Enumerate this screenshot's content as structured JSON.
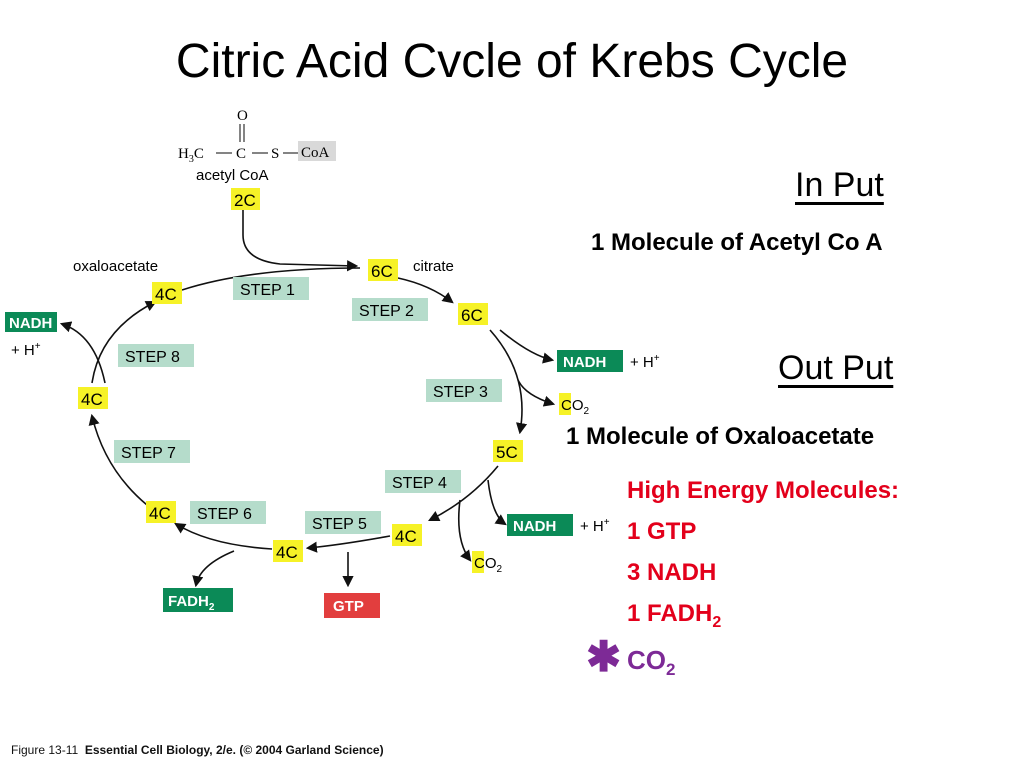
{
  "title": "Citric Acid Cvcle of Krebs Cycle",
  "input": {
    "heading": "In Put",
    "line": "1 Molecule of Acetyl Co A"
  },
  "output": {
    "heading": "Out Put",
    "line": "1 Molecule of Oxaloacetate",
    "energy_heading": "High Energy Molecules:",
    "energy_items": [
      "1 GTP",
      "3 NADH",
      "1 FADH",
      "2"
    ],
    "co2": "CO",
    "co2_sub": "2",
    "star": "✱"
  },
  "diagram": {
    "acetyl": {
      "o": "O",
      "formula_left": "H",
      "h_sub": "3",
      "c_left": "C",
      "c_mid": "C",
      "s": "S",
      "coa": "CoA",
      "name": "acetyl CoA"
    },
    "boxes": {
      "c2": "2C",
      "c6a": "6C",
      "c6b": "6C",
      "c5": "5C",
      "c4a": "4C",
      "c4b": "4C",
      "c4c": "4C",
      "c4d": "4C",
      "c4e": "4C"
    },
    "labels": {
      "oxaloacetate": "oxaloacetate",
      "citrate": "citrate"
    },
    "steps": [
      "STEP 1",
      "STEP 2",
      "STEP 3",
      "STEP 4",
      "STEP 5",
      "STEP 6",
      "STEP 7",
      "STEP 8"
    ],
    "nadh": "NADH",
    "plus_h": "+ H",
    "plus_sup": "+",
    "co2": "CO",
    "co2_sub": "2",
    "fadh2": "FADH",
    "fadh2_sub": "2",
    "gtp": "GTP"
  },
  "caption": {
    "figure": "Figure 13-11",
    "text": "Essential Cell Biology, 2/e. (© 2004 Garland Science)"
  },
  "colors": {
    "yellow": "#f6f227",
    "step": "#b5dccb",
    "green": "#0b8a57",
    "red": "#e23e3e",
    "title_red": "#e3001b",
    "purple": "#7d2a96"
  }
}
